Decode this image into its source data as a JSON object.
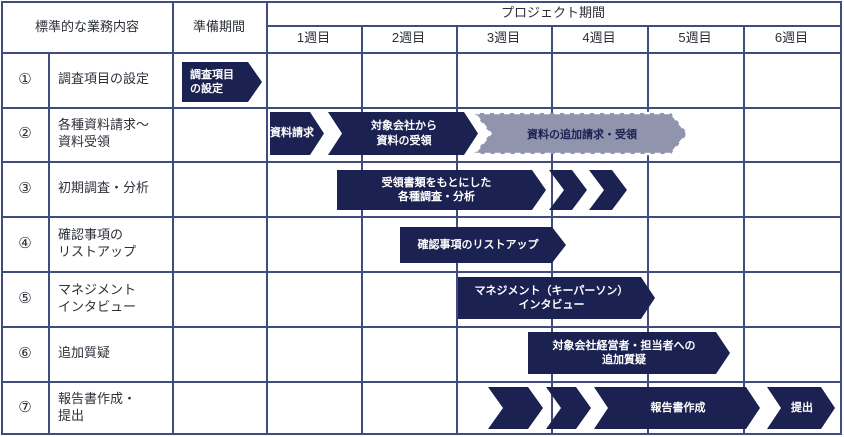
{
  "header": {
    "task_col": "標準的な業務内容",
    "prep_col": "準備期間",
    "project_col": "プロジェクト期間",
    "weeks": [
      "1週目",
      "2週目",
      "3週目",
      "4週目",
      "5週目",
      "6週目"
    ]
  },
  "rows": [
    {
      "num": "①",
      "task": "調査項目の設定"
    },
    {
      "num": "②",
      "task": "各種資料請求～\n資料受領"
    },
    {
      "num": "③",
      "task": "初期調査・分析"
    },
    {
      "num": "④",
      "task": "確認事項の\nリストアップ"
    },
    {
      "num": "⑤",
      "task": "マネジメント\nインタビュー"
    },
    {
      "num": "⑥",
      "task": "追加質疑"
    },
    {
      "num": "⑦",
      "task": "報告書作成・\n提出"
    }
  ],
  "bars": {
    "b1": "調査項目\nの設定",
    "b2a": "資料請求",
    "b2b": "対象会社から\n資料の受領",
    "b2c": "資料の追加請求・受領",
    "b3": "受領書類をもとにした\n各種調査・分析",
    "b4": "確認事項のリストアップ",
    "b5": "マネジメント（キーパーソン）\nインタビュー",
    "b6": "対象会社経営者・担当者への\n追加質疑",
    "b7a": "報告書作成",
    "b7b": "提出"
  },
  "colors": {
    "bar_navy": "#1b2150",
    "bar_gray": "#9094ac",
    "grid_border": "#3e4c7e",
    "text_dark": "#2d3039",
    "bar_text": "#ffffff"
  }
}
